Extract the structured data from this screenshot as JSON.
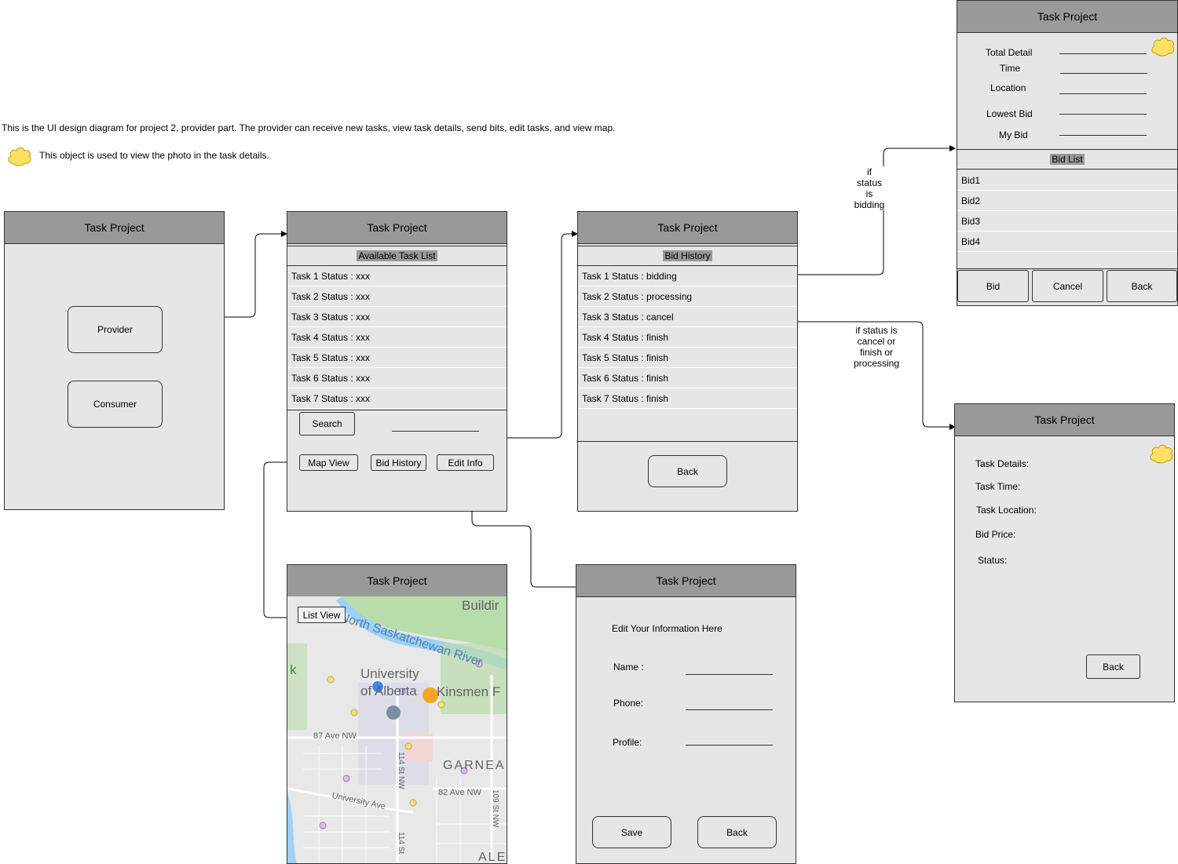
{
  "description_text": "This is the UI design diagram for project 2, provider part. The provider can receive new tasks, view task details, send bits, edit tasks, and view map.",
  "legend_text": "This object is used to view the photo in the task details.",
  "app_title": "Task Project",
  "role_screen": {
    "provider_label": "Provider",
    "consumer_label": "Consumer"
  },
  "task_list_screen": {
    "section_title": "Available Task List",
    "tasks": [
      "Task 1  Status : xxx",
      "Task 2  Status : xxx",
      "Task 3  Status : xxx",
      "Task 4  Status : xxx",
      "Task 5  Status : xxx",
      "Task 6  Status : xxx",
      "Task 7  Status : xxx"
    ],
    "search_label": "Search",
    "map_view_label": "Map View",
    "bid_history_label": "Bid History",
    "edit_info_label": "Edit Info"
  },
  "bid_history_screen": {
    "section_title": "Bid History",
    "tasks": [
      "Task 1  Status : bidding",
      "Task 2  Status : processing",
      "Task 3  Status : cancel",
      "Task 4  Status : finish",
      "Task 5  Status : finish",
      "Task 6  Status : finish",
      "Task 7  Status : finish"
    ],
    "back_label": "Back"
  },
  "bidding_screen": {
    "fields": [
      "Total Detail",
      "Time",
      "Location",
      "Lowest Bid",
      "My Bid"
    ],
    "bid_list_title": "Bid List",
    "bids": [
      "Bid1",
      "Bid2",
      "Bid3",
      "Bid4"
    ],
    "bid_label": "Bid",
    "cancel_label": "Cancel",
    "back_label": "Back"
  },
  "task_detail_screen": {
    "fields": [
      "Task Details:",
      "Task Time:",
      "Task Location:",
      "Bid Price:",
      "Status:"
    ],
    "back_label": "Back"
  },
  "map_screen": {
    "list_view_label": "List View",
    "labels": {
      "river": "North Saskatchewan River",
      "university": "University",
      "university2": "of Alberta",
      "kinsmen": "Kinsmen F",
      "building": "Buildir",
      "ave87": "87 Ave NW",
      "st114": "114 St NW",
      "garneau": "GARNEA",
      "ave82": "82 Ave NW",
      "univ_ave": "University Ave",
      "st109": "109 St NW",
      "st114b": "114 St",
      "k": "k",
      "alb": "ALE"
    }
  },
  "edit_screen": {
    "heading": "Edit Your Information Here",
    "name_label": "Name :",
    "phone_label": "Phone:",
    "profile_label": "Profile:",
    "save_label": "Save",
    "back_label": "Back"
  },
  "conditions": {
    "bidding": [
      "if",
      "status",
      "is",
      "bidding"
    ],
    "other": [
      "if status is",
      "cancel or",
      "finish or",
      "processing"
    ]
  },
  "colors": {
    "header": "#999999",
    "screen_bg": "#e6e6e6",
    "cloud": "#ffe066",
    "map_bg": "#e8e8e8",
    "river": "#9fd0f5",
    "park": "#b9dcab"
  }
}
